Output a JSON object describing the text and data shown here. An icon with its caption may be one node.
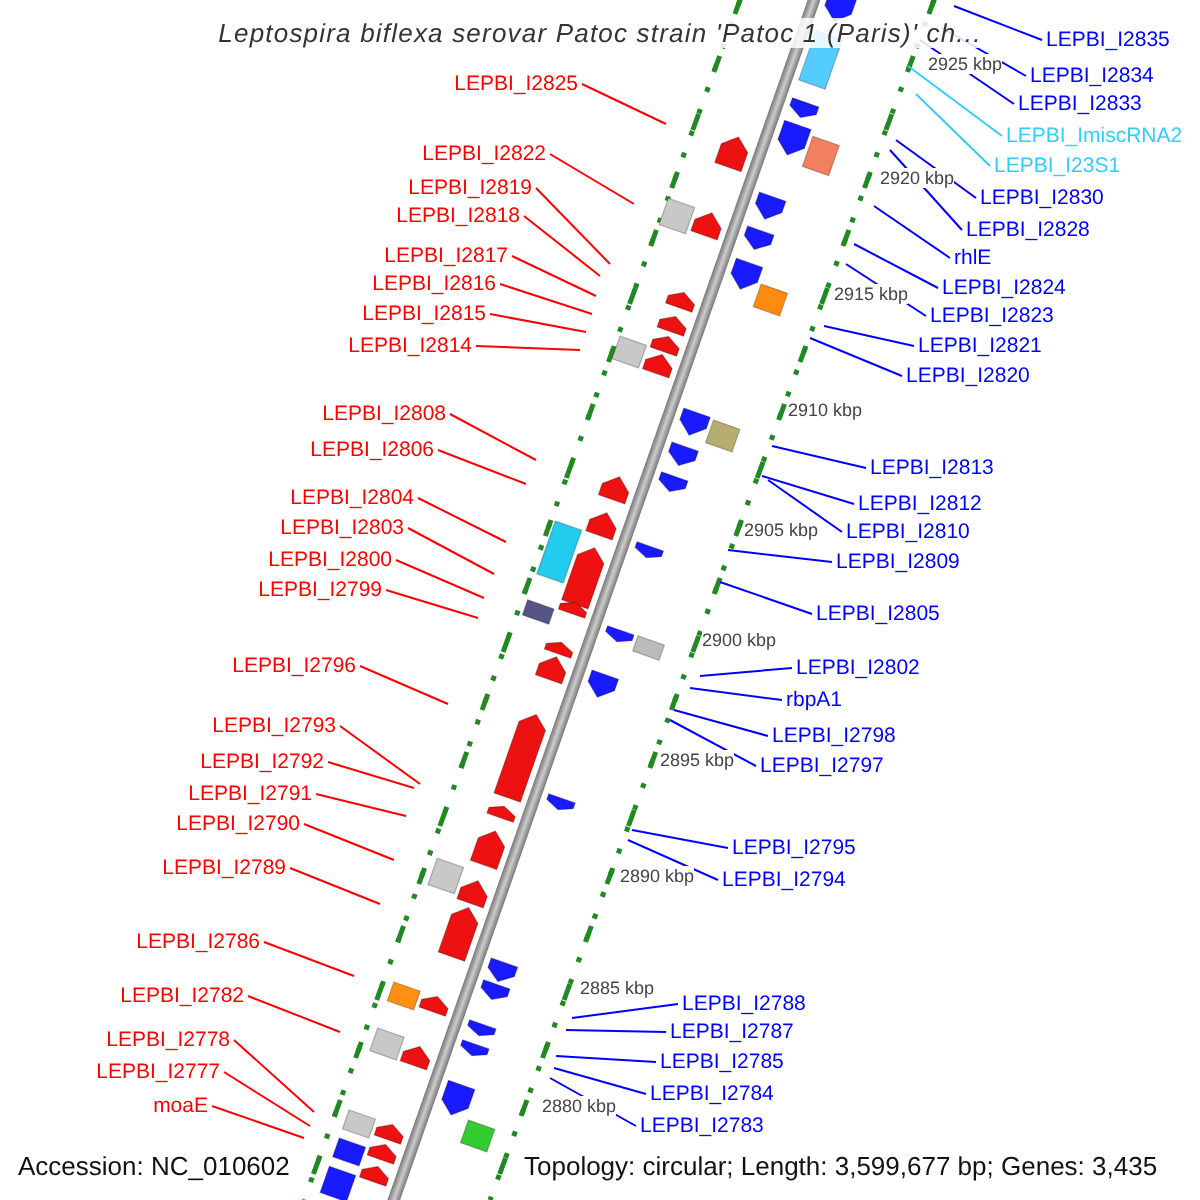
{
  "diagram": {
    "title": "Leptospira biflexa serovar Patoc strain 'Patoc 1 (Paris)' ch...",
    "nodes": [
      {
        "text": [
          "LEPBI_I2825"
        ]
      },
      {
        "text": [
          "LEPBI_I2822"
        ]
      },
      {
        "text": [
          "LEPBI_I2819"
        ]
      },
      {
        "text": [
          "LEPBI_I2818"
        ]
      },
      {
        "text": [
          "LEPBI_I2817"
        ]
      },
      {
        "text": [
          "LEPBI_I2816"
        ]
      },
      {
        "text": [
          "LEPBI_I2815"
        ]
      },
      {
        "text": [
          "LEPBI_I2814"
        ]
      },
      {
        "text": [
          "LEPBI_I2808"
        ]
      },
      {
        "text": [
          "LEPBI_I2806"
        ]
      },
      {
        "text": [
          "LEPBI_I2804"
        ]
      },
      {
        "text": [
          "LEPBI_I2803"
        ]
      },
      {
        "text": [
          "LEPBI_I2800"
        ]
      },
      {
        "text": [
          "LEPBI_I2799"
        ]
      },
      {
        "text": [
          "LEPBI_I2796"
        ]
      },
      {
        "text": [
          "LEPBI_I2793"
        ]
      },
      {
        "text": [
          "LEPBI_I2792"
        ]
      },
      {
        "text": [
          "LEPBI_I2791"
        ]
      },
      {
        "text": [
          "LEPBI_I2790"
        ]
      },
      {
        "text": [
          "LEPBI_I2789"
        ]
      },
      {
        "text": [
          "LEPBI_I2786"
        ]
      },
      {
        "text": [
          "LEPBI_I2782"
        ]
      },
      {
        "text": [
          "LEPBI_I2778"
        ]
      },
      {
        "text": [
          "LEPBI_I2777"
        ]
      },
      {
        "text": [
          "moaE"
        ]
      },
      {
        "text": [
          "LEPBI_I2835"
        ]
      },
      {
        "text": [
          "LEPBI_I2834"
        ]
      },
      {
        "text": [
          "LEPBI_I2833"
        ]
      },
      {
        "text": [
          "LEPBI_ImiscRNA2"
        ]
      },
      {
        "text": [
          "LEPBI_I23S1"
        ]
      },
      {
        "text": [
          "LEPBI_I2830"
        ]
      },
      {
        "text": [
          "LEPBI_I2828"
        ]
      },
      {
        "text": [
          "rhlE"
        ]
      },
      {
        "text": [
          "LEPBI_I2824"
        ]
      },
      {
        "text": [
          "LEPBI_I2823"
        ]
      },
      {
        "text": [
          "LEPBI_I2821"
        ]
      },
      {
        "text": [
          "LEPBI_I2820"
        ]
      },
      {
        "text": [
          "LEPBI_I2813"
        ]
      },
      {
        "text": [
          "LEPBI_I2812"
        ]
      },
      {
        "text": [
          "LEPBI_I2810"
        ]
      },
      {
        "text": [
          "LEPBI_I2809"
        ]
      },
      {
        "text": [
          "LEPBI_I2805"
        ]
      },
      {
        "text": [
          "LEPBI_I2802"
        ]
      },
      {
        "text": [
          "rbpA1"
        ]
      },
      {
        "text": [
          "LEPBI_I2798"
        ]
      },
      {
        "text": [
          "LEPBI_I2797"
        ]
      },
      {
        "text": [
          "LEPBI_I2795"
        ]
      },
      {
        "text": [
          "LEPBI_I2794"
        ]
      },
      {
        "text": [
          "LEPBI_I2788"
        ]
      },
      {
        "text": [
          "LEPBI_I2787"
        ]
      },
      {
        "text": [
          "LEPBI_I2785"
        ]
      },
      {
        "text": [
          "LEPBI_I2784"
        ]
      },
      {
        "text": [
          "LEPBI_I2783"
        ]
      }
    ],
    "edges": [
      {
        "from": 0,
        "to": null,
        "arrow": "none",
        "color": "#ff0000"
      },
      {
        "from": 1,
        "to": null,
        "arrow": "none",
        "color": "#ff0000"
      },
      {
        "from": 2,
        "to": null,
        "arrow": "none",
        "color": "#ff0000"
      },
      {
        "from": 3,
        "to": null,
        "arrow": "none",
        "color": "#ff0000"
      },
      {
        "from": 4,
        "to": null,
        "arrow": "none",
        "color": "#ff0000"
      },
      {
        "from": 5,
        "to": null,
        "arrow": "none",
        "color": "#ff0000"
      },
      {
        "from": 6,
        "to": null,
        "arrow": "none",
        "color": "#ff0000"
      },
      {
        "from": 7,
        "to": null,
        "arrow": "none",
        "color": "#ff0000"
      },
      {
        "from": 8,
        "to": null,
        "arrow": "none",
        "color": "#ff0000"
      },
      {
        "from": 9,
        "to": null,
        "arrow": "none",
        "color": "#ff0000"
      },
      {
        "from": 10,
        "to": null,
        "arrow": "none",
        "color": "#ff0000"
      },
      {
        "from": 11,
        "to": null,
        "arrow": "none",
        "color": "#ff0000"
      },
      {
        "from": 12,
        "to": null,
        "arrow": "none",
        "color": "#ff0000"
      },
      {
        "from": 13,
        "to": null,
        "arrow": "none",
        "color": "#ff0000"
      },
      {
        "from": 14,
        "to": null,
        "arrow": "none",
        "color": "#ff0000"
      },
      {
        "from": 15,
        "to": null,
        "arrow": "none",
        "color": "#ff0000"
      },
      {
        "from": 16,
        "to": null,
        "arrow": "none",
        "color": "#ff0000"
      },
      {
        "from": 17,
        "to": null,
        "arrow": "none",
        "color": "#ff0000"
      },
      {
        "from": 18,
        "to": null,
        "arrow": "none",
        "color": "#ff0000"
      },
      {
        "from": 19,
        "to": null,
        "arrow": "none",
        "color": "#ff0000"
      },
      {
        "from": 20,
        "to": null,
        "arrow": "none",
        "color": "#ff0000"
      },
      {
        "from": 21,
        "to": null,
        "arrow": "none",
        "color": "#ff0000"
      },
      {
        "from": 22,
        "to": null,
        "arrow": "none",
        "color": "#ff0000"
      },
      {
        "from": 23,
        "to": null,
        "arrow": "none",
        "color": "#ff0000"
      },
      {
        "from": 24,
        "to": null,
        "arrow": "none",
        "color": "#ff0000"
      },
      {
        "from": 25,
        "to": null,
        "arrow": "none"
      },
      {
        "from": 26,
        "to": null,
        "arrow": "none"
      },
      {
        "from": 27,
        "to": null,
        "arrow": "none"
      },
      {
        "from": 28,
        "to": null,
        "arrow": "none",
        "color": "#33ccff"
      },
      {
        "from": 29,
        "to": null,
        "arrow": "none",
        "color": "#33ccff"
      },
      {
        "from": 30,
        "to": null,
        "arrow": "none"
      },
      {
        "from": 31,
        "to": null,
        "arrow": "none"
      },
      {
        "from": 32,
        "to": null,
        "arrow": "none"
      },
      {
        "from": 33,
        "to": null,
        "arrow": "none"
      },
      {
        "from": 34,
        "to": null,
        "arrow": "none"
      },
      {
        "from": 35,
        "to": null,
        "arrow": "none"
      },
      {
        "from": 36,
        "to": null,
        "arrow": "none"
      },
      {
        "from": 37,
        "to": null,
        "arrow": "none"
      },
      {
        "from": 38,
        "to": null,
        "arrow": "none"
      },
      {
        "from": 39,
        "to": null,
        "arrow": "none"
      },
      {
        "from": 40,
        "to": null,
        "arrow": "none"
      },
      {
        "from": 41,
        "to": null,
        "arrow": "none"
      },
      {
        "from": 42,
        "to": null,
        "arrow": "none"
      },
      {
        "from": 43,
        "to": null,
        "arrow": "none"
      },
      {
        "from": 44,
        "to": null,
        "arrow": "none"
      },
      {
        "from": 45,
        "to": null,
        "arrow": "none"
      },
      {
        "from": 46,
        "to": null,
        "arrow": "none"
      },
      {
        "from": 47,
        "to": null,
        "arrow": "none"
      },
      {
        "from": 48,
        "to": null,
        "arrow": "none"
      },
      {
        "from": 49,
        "to": null,
        "arrow": "none"
      },
      {
        "from": 50,
        "to": null,
        "arrow": "none"
      },
      {
        "from": 51,
        "to": null,
        "arrow": "none"
      },
      {
        "from": 52,
        "to": null,
        "arrow": "none"
      }
    ],
    "labels": [
      "2925 kbp",
      "2920 kbp",
      "2915 kbp",
      "2910 kbp",
      "2905 kbp",
      "2900 kbp",
      "2895 kbp",
      "2890 kbp",
      "2885 kbp",
      "2880 kbp",
      "Accession: NC_010602",
      "Topology: circular; Length: 3,599,677 bp; Genes: 3,435"
    ]
  }
}
